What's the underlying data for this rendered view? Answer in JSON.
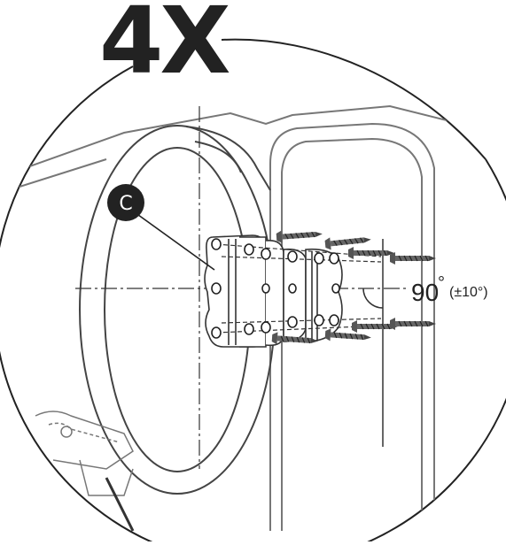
{
  "diagram": {
    "quantity_label": "4X",
    "callout_letter": "C",
    "angle": {
      "value": "90",
      "degree_symbol": "°",
      "tolerance": "(±10°)"
    },
    "colors": {
      "outline": "#333333",
      "ghost": "#8a8a8a",
      "callout_fill": "#222222",
      "screw": "#555555"
    },
    "icons": [
      "screw-icon",
      "bracket-icon",
      "hole-icon"
    ]
  }
}
